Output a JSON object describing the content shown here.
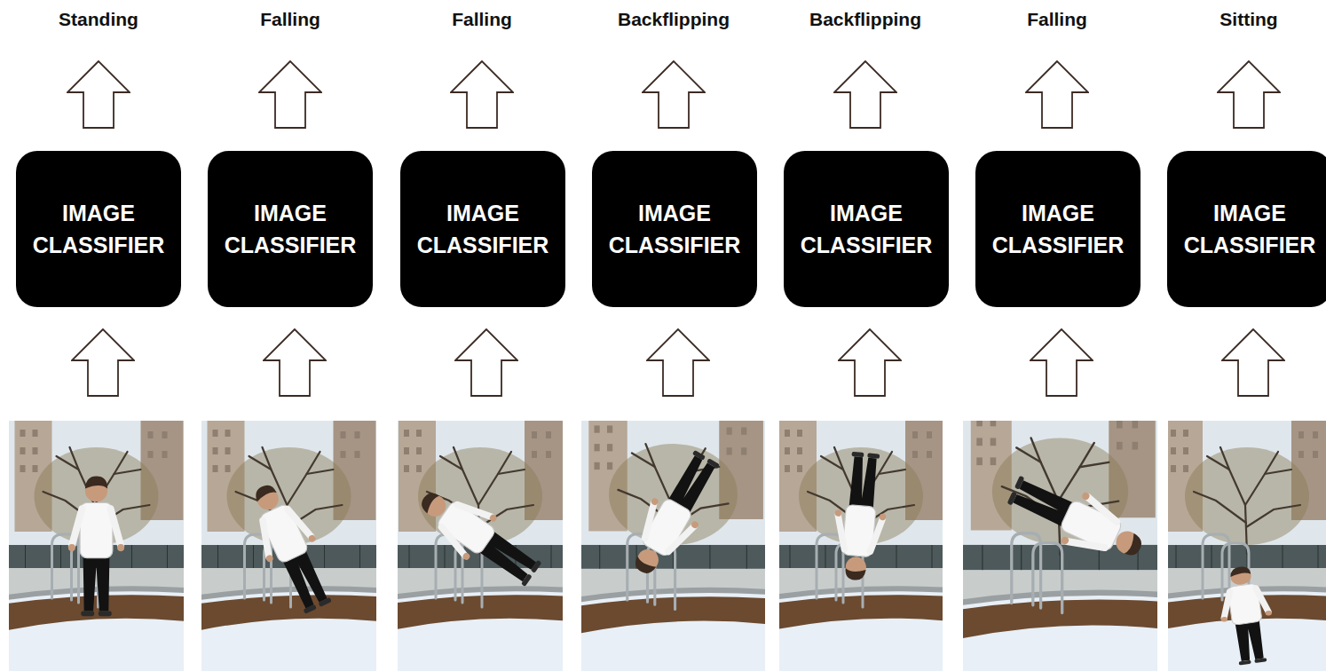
{
  "diagram": {
    "nodes": [
      {
        "text": [
          "IMAGE CLASSIFIER"
        ]
      },
      {
        "text": [
          "IMAGE CLASSIFIER"
        ]
      },
      {
        "text": [
          "IMAGE CLASSIFIER"
        ]
      },
      {
        "text": [
          "IMAGE CLASSIFIER"
        ]
      },
      {
        "text": [
          "IMAGE CLASSIFIER"
        ]
      },
      {
        "text": [
          "IMAGE CLASSIFIER"
        ]
      },
      {
        "text": [
          "IMAGE CLASSIFIER"
        ]
      }
    ],
    "labels": [
      "Standing",
      "Falling",
      "Falling",
      "Backflipping",
      "Backflipping",
      "Falling",
      "Sitting"
    ]
  }
}
